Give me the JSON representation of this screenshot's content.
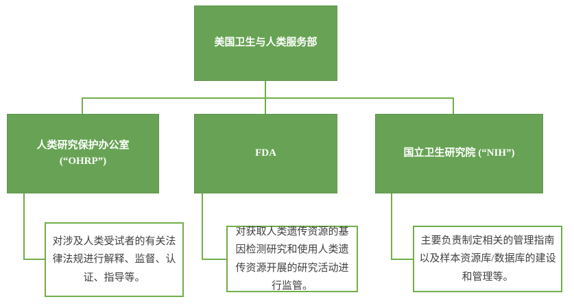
{
  "colors": {
    "node_green": "#68a355",
    "connector_green": "#70ad47",
    "desc_border_green": "#70ad47",
    "desc_text": "#3f3f3f"
  },
  "org": {
    "root": {
      "label": "美国卫生与人类服务部"
    },
    "children": {
      "ohrp": {
        "label_line1": "人类研究保护办公室",
        "label_line2": "(“OHRP”)",
        "desc": "对涉及人类受试者的有关法律法规进行解释、监督、认证、指导等。"
      },
      "fda": {
        "label": "FDA",
        "desc": "对获取人类遗传资源的基因检测研究和使用人类遗传资源开展的研究活动进行监管。"
      },
      "nih": {
        "label": "国立卫生研究院 (“NIH”)",
        "desc": "主要负责制定相关的管理指南以及样本资源库/数据库的建设和管理等。"
      }
    }
  }
}
